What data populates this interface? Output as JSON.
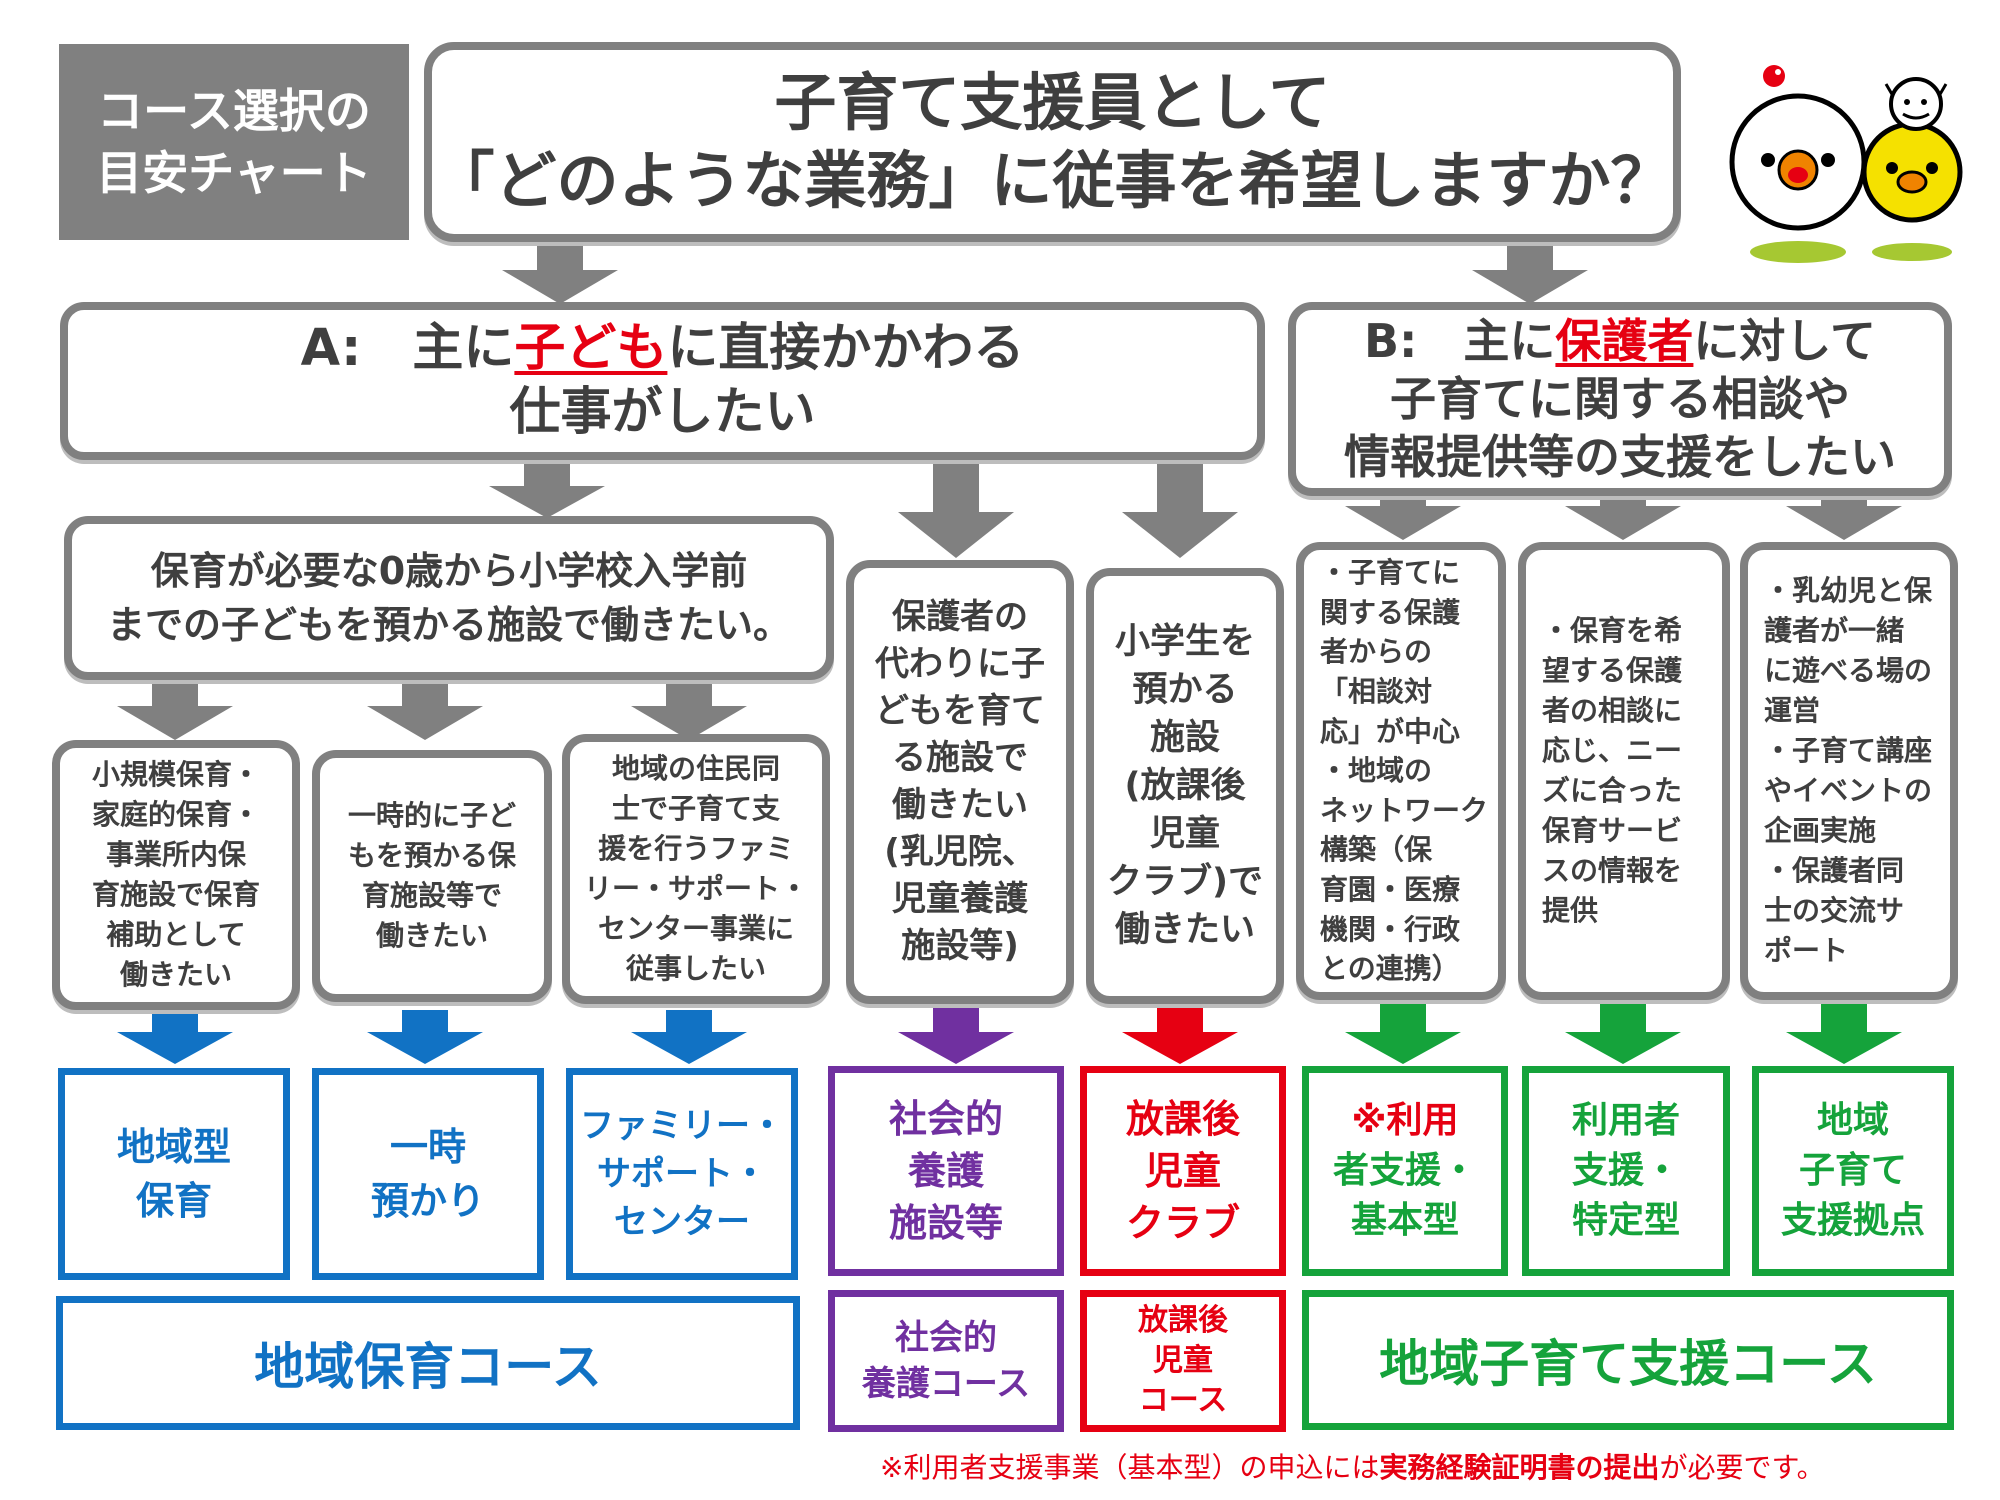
{
  "colors": {
    "gray": "#808080",
    "blue": "#1172c4",
    "purple": "#7030a0",
    "red": "#e60012",
    "green": "#15a33b"
  },
  "header": {
    "label_lines": [
      "コース選択の",
      "目安チャート"
    ],
    "question_lines": [
      "子育て支援員として",
      "「どのような業務」に従事を希望しますか？"
    ]
  },
  "category_a": {
    "prefix": "A:　主に",
    "highlight": "子ども",
    "suffix": "に直接かかわる",
    "line2": "仕事がしたい"
  },
  "category_b": {
    "prefix": "B:　主に",
    "highlight": "保護者",
    "suffix": "に対して",
    "line2": "子育てに関する相談や",
    "line3": "情報提供等の支援をしたい"
  },
  "sub_a": {
    "lines": [
      "保育が必要な0歳から小学校入学前",
      "までの子どもを預かる施設で働きたい。"
    ]
  },
  "options": {
    "small_nursery": [
      "小規模保育・",
      "家庭的保育・",
      "事業所内保",
      "育施設で保育",
      "補助として",
      "働きたい"
    ],
    "temporary": [
      "一時的に子ど",
      "もを預かる保",
      "育施設等で",
      "働きたい"
    ],
    "family_support": [
      "地域の住民同",
      "士で子育て支",
      "援を行うファミ",
      "リー・サポート・",
      "センター事業に",
      "従事したい"
    ],
    "social_care": [
      "保護者の",
      "代わりに子",
      "どもを育て",
      "る施設で",
      "働きたい",
      "(乳児院、",
      "児童養護",
      "施設等)"
    ],
    "after_school": [
      "小学生を",
      "預かる",
      "施設",
      "(放課後",
      "児童",
      "クラブ)で",
      "働きたい"
    ],
    "consult": [
      "・子育てに",
      "関する保護",
      "者からの",
      "「相談対",
      "応」が中心",
      "・地域の",
      "ネットワーク",
      "構築（保",
      "育園・医療",
      "機関・行政",
      "との連携）"
    ],
    "info": [
      "・保育を希",
      "望する保護",
      "者の相談に",
      "応じ、ニー",
      "ズに合った",
      "保育サービ",
      "スの情報を",
      "提供"
    ],
    "hub": [
      "・乳幼児と保",
      "護者が一緒",
      "に遊べる場の",
      "運営",
      "・子育て講座",
      "やイベントの",
      "企画実施",
      "・保護者同",
      "士の交流サ",
      "ポート"
    ]
  },
  "results": {
    "chiiki_hoiku": [
      "地域型",
      "保育"
    ],
    "ichiji": [
      "一時",
      "預かり"
    ],
    "family": [
      "ファミリー・",
      "サポート・",
      "センター"
    ],
    "shakai": [
      "社会的",
      "養護",
      "施設等"
    ],
    "houkago": [
      "放課後",
      "児童",
      "クラブ"
    ],
    "kihon": [
      "※利用",
      "者支援・",
      "基本型"
    ],
    "tokutei": [
      "利用者",
      "支援・",
      "特定型"
    ],
    "kyoten": [
      "地域",
      "子育て",
      "支援拠点"
    ]
  },
  "courses": {
    "hoiku": "地域保育コース",
    "shakai": [
      "社会的",
      "養護コース"
    ],
    "houkago": [
      "放課後",
      "児童",
      "コース"
    ],
    "kosodate": "地域子育て支援コース"
  },
  "footnote": {
    "part1": "※利用者支援事業（基本型）の申込には",
    "bold": "実務経験証明書の提出",
    "part2": "が必要です。"
  }
}
